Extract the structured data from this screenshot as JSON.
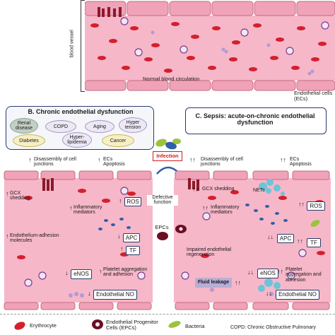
{
  "top": {
    "side_label": "blood vessel",
    "center_label": "Normal blood circulation",
    "endothelial_label": "Endothelial cells (ECs)"
  },
  "panel_b": {
    "title": "B. Chronic  endothelial dysfunction",
    "risk_factors": [
      "Renal disease",
      "COPD",
      "Aging",
      "Hyper tension",
      "Diabetes",
      "Hyper-lipidemia",
      "Cancer"
    ]
  },
  "panel_c": {
    "title": "C. Sepsis: acute-on-chronic endothelial dysfunction"
  },
  "infection_label": "Infection",
  "defective_label": "Defective function",
  "left": {
    "disassembly": "Disassembly of cell junctions",
    "ecs_apoptosis": "ECs Apoptosis",
    "gcx": "GCX shedding",
    "inflammatory": "Inflammatory mediators",
    "ros": "ROS",
    "adhesion": "Endothelium-adhesion molecules",
    "apc": "APC",
    "tf": "TF",
    "enos": "eNOS",
    "platelet": "Platelet aggregation and adhesion",
    "endo_no": "Endothelial NO"
  },
  "right": {
    "disassembly": "Disassembly of cell junctions",
    "ecs_apoptosis": "ECs Apoptosis",
    "gcx": "GCX shedding",
    "nets": "NETs",
    "inflammatory": "Inflammatory mediators",
    "ros": "ROS",
    "apc": "APC",
    "tf": "TF",
    "enos": "eNOS",
    "platelet": "Platelet aggregation and adhesion",
    "endo_no": "Endothelial NO",
    "impaired": "Impaired endothelial regeneration",
    "leakage": "Fluid leakage"
  },
  "epcs_label": "EPCs",
  "legend": {
    "erythrocyte": "Erythrocyte",
    "epc": "Endothelial Progenitor Cells (EPCs)",
    "bacteria": "Bacteria",
    "copd": "COPD: Chronic  Obstructive Pulmonary"
  },
  "colors": {
    "vessel_pink": "#f6b7c9",
    "vessel_border": "#c7687f",
    "rbc": "#d4202c",
    "panel_border": "#2a3a6a",
    "infection_red": "#d11d1d",
    "leakage_fill": "#b8aed4"
  }
}
